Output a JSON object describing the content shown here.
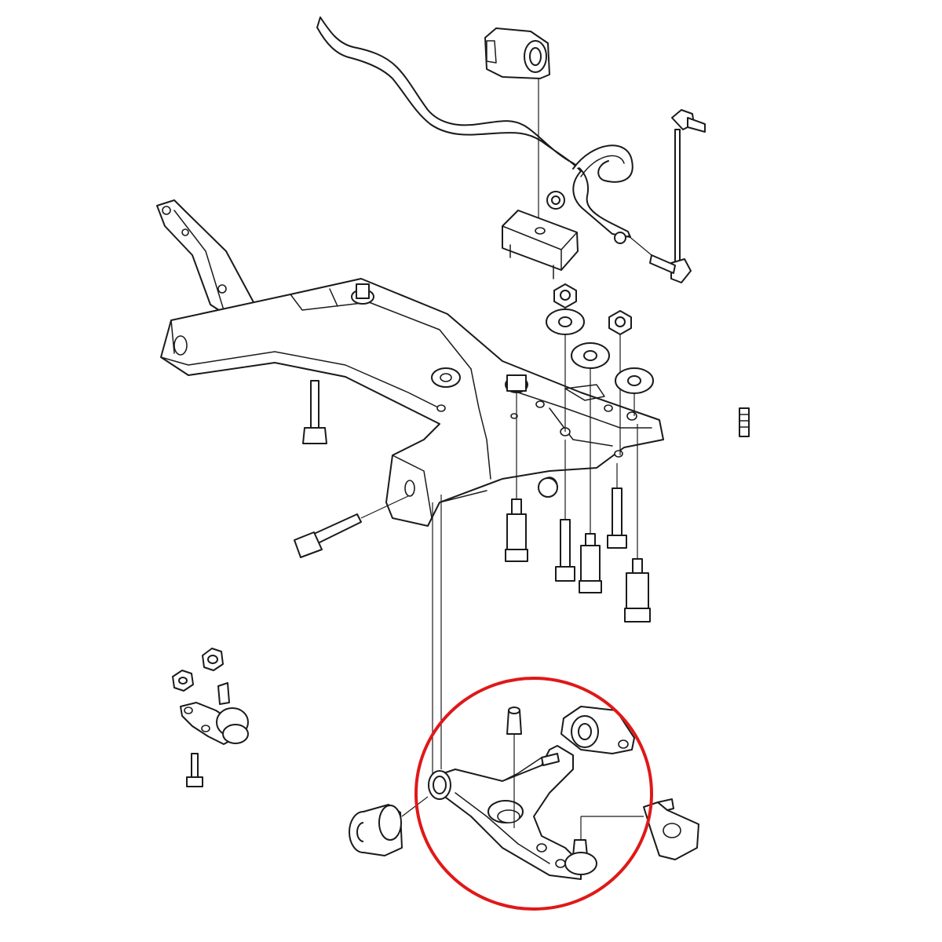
{
  "diagram": {
    "highlight_color": "#e01818",
    "line_color": "#1a1a1a",
    "background": "#ffffff",
    "parts": [
      "stabilizer-bar",
      "stabilizer-bushing",
      "stabilizer-bracket",
      "stabilizer-link",
      "front-subframe",
      "subframe-bolts",
      "subframe-nuts-washers",
      "ball-joint-assembly",
      "lower-control-arm",
      "control-arm-bushings"
    ],
    "highlighted_part": "lower-control-arm"
  }
}
